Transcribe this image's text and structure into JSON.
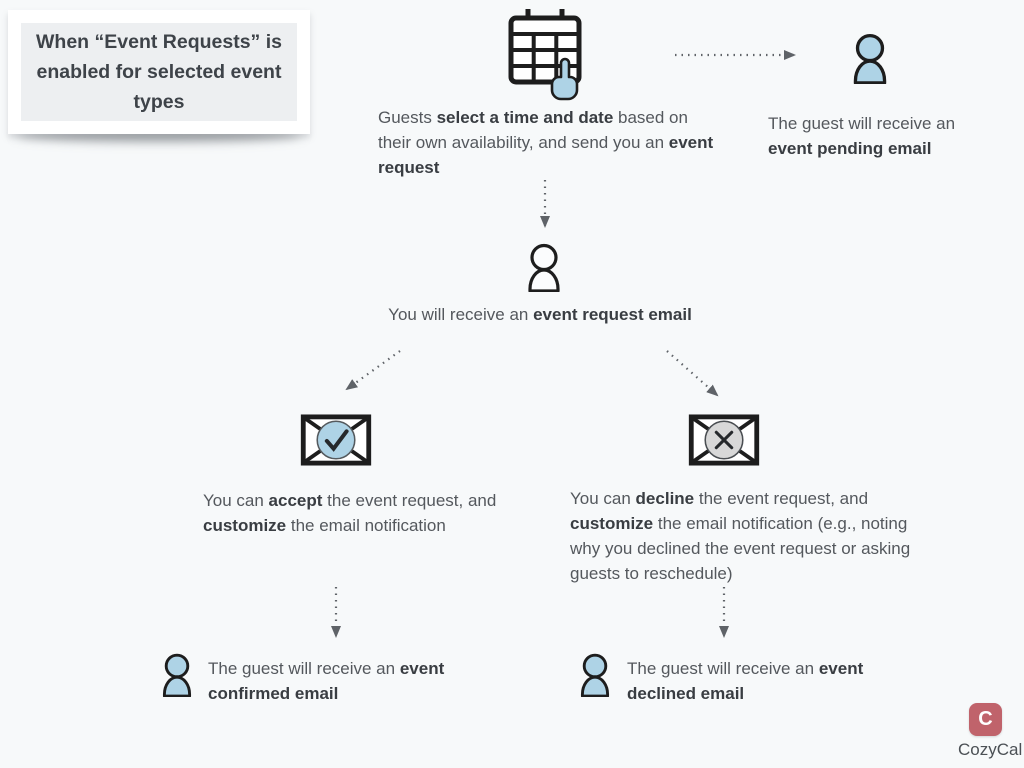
{
  "callout": {
    "text": "When “Event Requests” is enabled for selected event types"
  },
  "flow": {
    "select": {
      "segments": [
        {
          "t": "Guests ",
          "b": false
        },
        {
          "t": "select a time and date",
          "b": true
        },
        {
          "t": " based on their own availability, and send you an ",
          "b": false
        },
        {
          "t": "event request",
          "b": true
        }
      ]
    },
    "pending": {
      "segments": [
        {
          "t": "The guest will receive an ",
          "b": false
        },
        {
          "t": "event pending email",
          "b": true
        }
      ]
    },
    "request_email": {
      "segments": [
        {
          "t": "You will receive an ",
          "b": false
        },
        {
          "t": "event request email",
          "b": true
        }
      ]
    },
    "accept": {
      "segments": [
        {
          "t": "You can ",
          "b": false
        },
        {
          "t": "accept",
          "b": true
        },
        {
          "t": " the event request, and ",
          "b": false
        },
        {
          "t": "customize",
          "b": true
        },
        {
          "t": " the email notification",
          "b": false
        }
      ]
    },
    "decline": {
      "segments": [
        {
          "t": "You can ",
          "b": false
        },
        {
          "t": "decline",
          "b": true
        },
        {
          "t": " the event request, and ",
          "b": false
        },
        {
          "t": "customize",
          "b": true
        },
        {
          "t": " the email notification (e.g., noting why you declined the event request or asking guests to reschedule)",
          "b": false
        }
      ]
    },
    "confirmed": {
      "segments": [
        {
          "t": "The guest will receive an ",
          "b": false
        },
        {
          "t": "event confirmed email",
          "b": true
        }
      ]
    },
    "declined": {
      "segments": [
        {
          "t": "The guest will receive an ",
          "b": false
        },
        {
          "t": "event declined email",
          "b": true
        }
      ]
    }
  },
  "icons": {
    "calendar": "calendar-date-picker-icon",
    "hand": "pointing-hand-icon",
    "guest_person": "guest-person-icon",
    "host_person": "host-person-icon",
    "accept_envelope": "envelope-check-icon",
    "decline_envelope": "envelope-x-icon",
    "arrows": "dotted-arrow"
  },
  "branding": {
    "logo_letter": "C",
    "name": "CozyCal"
  },
  "colors": {
    "background": "#f7f9fa",
    "accent_blue": "#aed3e6",
    "neutral_gray": "#d8d8d8",
    "logo_red": "#c0636b",
    "arrow_gray": "#5f6368",
    "ink": "#1d1d1d"
  }
}
